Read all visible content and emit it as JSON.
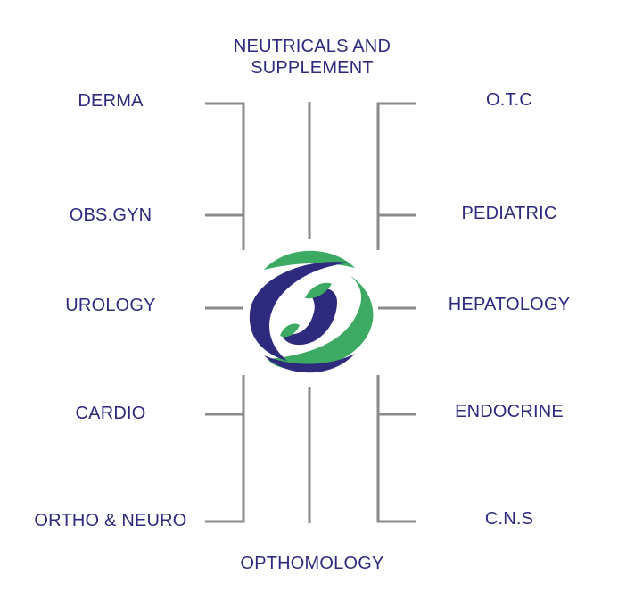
{
  "labels": {
    "top": "NEUTRICALS AND\nSUPPLEMENT",
    "bottom": "OPTHOMOLOGY",
    "left": [
      "DERMA",
      "OBS.GYN",
      "UROLOGY",
      "CARDIO",
      "ORTHO & NEURO"
    ],
    "right": [
      "O.T.C",
      "PEDIATRIC",
      "HEPATOLOGY",
      "ENDOCRINE",
      "C.N.S"
    ]
  },
  "colors": {
    "text": "#2e2a7d",
    "lines": "#8a8a8a",
    "logo_navy": "#2e2a7d",
    "logo_green": "#3daa63"
  },
  "logo": "swirl-logo-icon"
}
